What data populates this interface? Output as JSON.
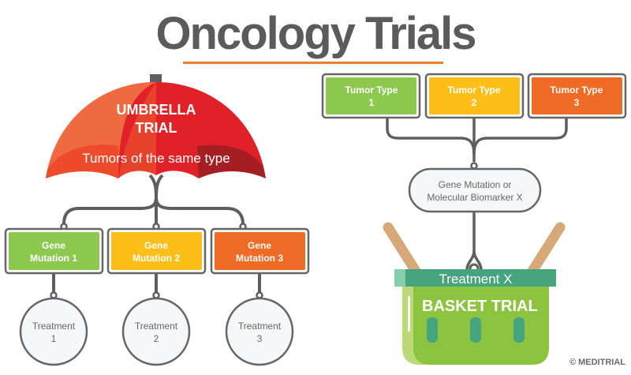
{
  "title": "Oncology Trials",
  "colors": {
    "green": "#8dc84f",
    "yellow": "#fdbf17",
    "orange": "#ef6a25",
    "red": "#e02127",
    "teal": "#45a37e",
    "line": "#5e5e5e",
    "accent_rule": "#ef7d2b"
  },
  "umbrella": {
    "title_line1": "UMBRELLA",
    "title_line2": "TRIAL",
    "subtitle": "Tumors of the same type",
    "mutations": [
      {
        "line1": "Gene",
        "line2": "Mutation 1"
      },
      {
        "line1": "Gene",
        "line2": "Mutation 2"
      },
      {
        "line1": "Gene",
        "line2": "Mutation 3"
      }
    ],
    "treatments": [
      {
        "line1": "Treatment",
        "line2": "1"
      },
      {
        "line1": "Treatment",
        "line2": "2"
      },
      {
        "line1": "Treatment",
        "line2": "3"
      }
    ]
  },
  "basket": {
    "tumor_types": [
      {
        "line1": "Tumor Type",
        "line2": "1"
      },
      {
        "line1": "Tumor Type",
        "line2": "2"
      },
      {
        "line1": "Tumor Type",
        "line2": "3"
      }
    ],
    "biomarker_line1": "Gene Mutation or",
    "biomarker_line2": "Molecular Biomarker X",
    "treatment": "Treatment X",
    "title": "BASKET TRIAL"
  },
  "copyright": "© MEDITRIAL"
}
